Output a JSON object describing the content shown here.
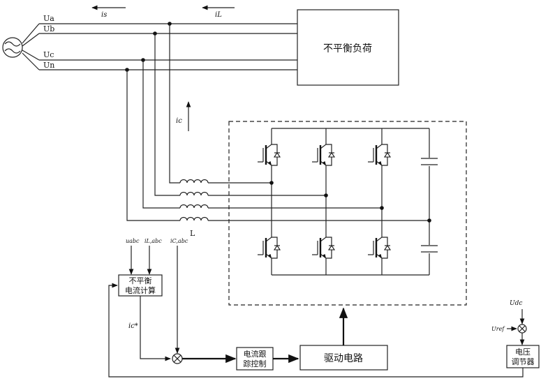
{
  "lines": {
    "ua": "Ua",
    "ub": "Ub",
    "uc": "Uc",
    "un": "Un"
  },
  "currents": {
    "is": "is",
    "il": "iL",
    "ic": "ic",
    "ic_star": "ic*"
  },
  "inductor_label": "L",
  "inputs": {
    "u_abc": "uabc",
    "il_abc": "iL,abc",
    "ic_abc": "iC,abc",
    "udc": "Udc",
    "uref": "Uref"
  },
  "blocks": {
    "load": "不平衡负荷",
    "calc_line1": "不平衡",
    "calc_line2": "电流计算",
    "tracking_line1": "电流跟",
    "tracking_line2": "踪控制",
    "driver": "驱动电路",
    "regulator_line1": "电压",
    "regulator_line2": "调节器"
  }
}
